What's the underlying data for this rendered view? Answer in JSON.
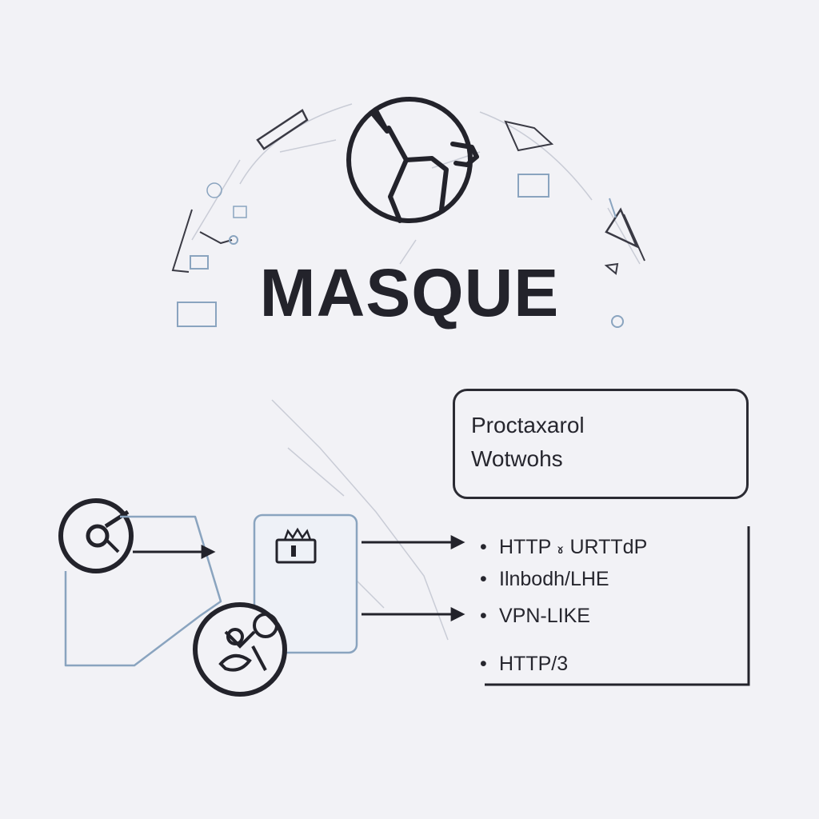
{
  "title": "MASQUE",
  "info_box": {
    "line1": "Proctaxarol",
    "line2": "Wotwohs"
  },
  "bullets": [
    "HTTP ៵ URTTdP",
    "Ilnbodh/LHE",
    "VPN-LIKE",
    "HTTP/3"
  ],
  "bullet_symbol": "•",
  "colors": {
    "background": "#f2f2f6",
    "ink": "#23232b",
    "accent_blue": "#8aa4bf",
    "faint_line": "#c9ccd6"
  },
  "icons": {
    "logo": "globe-icon",
    "client": "client-node-icon",
    "proxy": "proxy-box-icon",
    "tunnel": "tunnel-node-icon"
  }
}
